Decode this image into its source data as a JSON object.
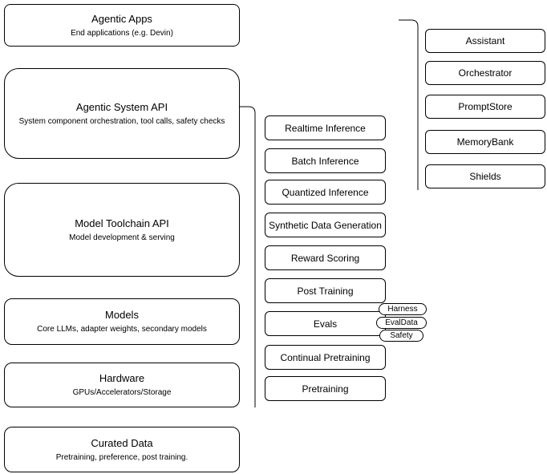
{
  "left_column": [
    {
      "title": "Agentic Apps",
      "subtitle": "End applications (e.g. Devin)"
    },
    {
      "title": "Agentic System API",
      "subtitle": "System component orchestration, tool calls, safety checks"
    },
    {
      "title": "Model Toolchain API",
      "subtitle": "Model development & serving"
    },
    {
      "title": "Models",
      "subtitle": "Core LLMs, adapter weights, secondary models"
    },
    {
      "title": "Hardware",
      "subtitle": "GPUs/Accelerators/Storage"
    },
    {
      "title": "Curated Data",
      "subtitle": "Pretraining, preference, post training."
    }
  ],
  "middle_column": [
    "Realtime Inference",
    "Batch Inference",
    "Quantized Inference",
    "Synthetic Data Generation",
    "Reward Scoring",
    "Post Training",
    "Evals",
    "Continual Pretraining",
    "Pretraining"
  ],
  "evals_tags": [
    "Harness",
    "EvalData",
    "Safety"
  ],
  "right_column": [
    "Assistant",
    "Orchestrator",
    "PromptStore",
    "MemoryBank",
    "Shields"
  ],
  "colors": {
    "border": "#000000",
    "background": "#ffffff"
  }
}
